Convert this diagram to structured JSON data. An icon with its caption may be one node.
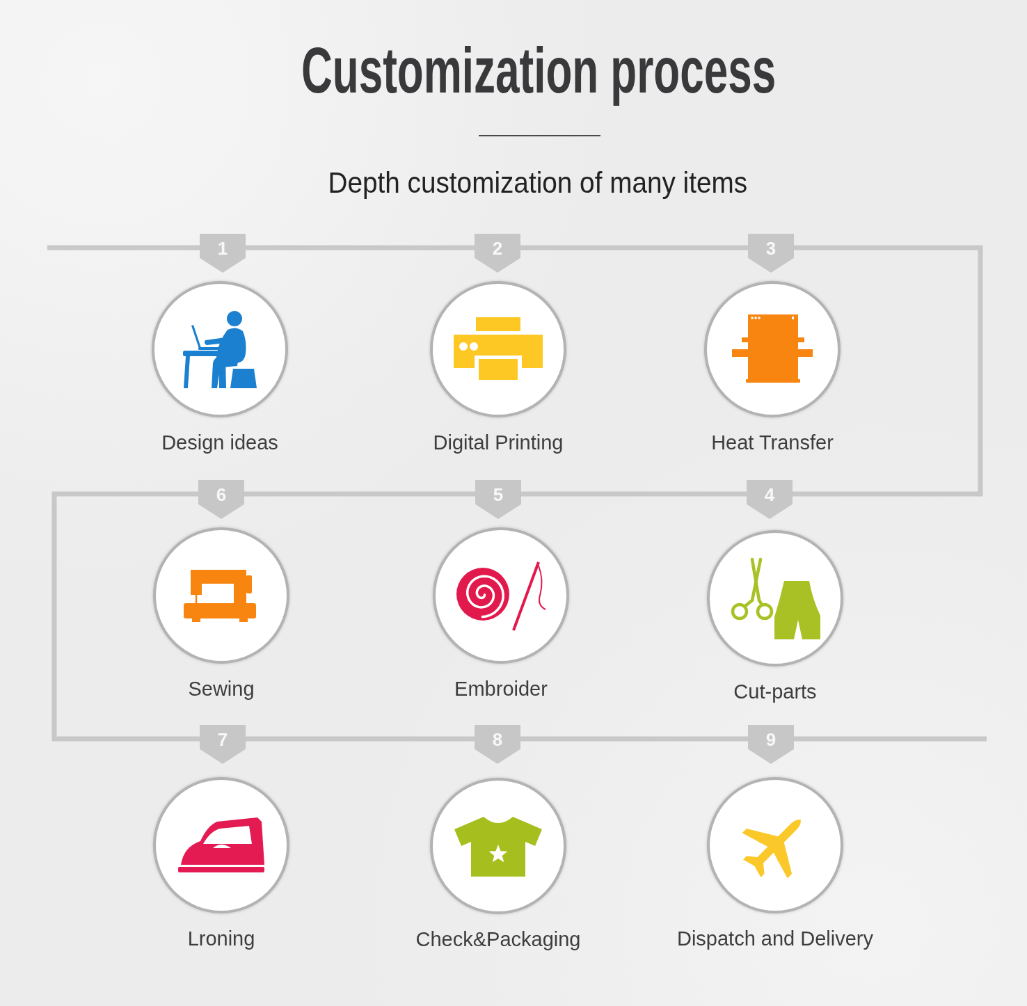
{
  "diagram": {
    "title": "Customization process",
    "nodes": [
      {
        "text": [
          "1"
        ]
      },
      {
        "text": [
          "Design ideas"
        ]
      },
      {
        "text": [
          "2"
        ]
      },
      {
        "text": [
          "Digital Printing"
        ]
      },
      {
        "text": [
          "3"
        ]
      },
      {
        "text": [
          "Heat Transfer"
        ]
      },
      {
        "text": [
          "4"
        ]
      },
      {
        "text": [
          "Cut-parts"
        ]
      },
      {
        "text": [
          "5"
        ]
      },
      {
        "text": [
          "Embroider"
        ]
      },
      {
        "text": [
          "6"
        ]
      },
      {
        "text": [
          "Sewing"
        ]
      },
      {
        "text": [
          "7"
        ]
      },
      {
        "text": [
          "Lroning"
        ]
      },
      {
        "text": [
          "8"
        ]
      },
      {
        "text": [
          "Check&Packaging"
        ]
      },
      {
        "text": [
          "9"
        ]
      },
      {
        "text": [
          "Dispatch and Delivery"
        ]
      }
    ],
    "edges": [
      {
        "from": null,
        "to": 0,
        "arrow": "none"
      },
      {
        "from": 0,
        "to": 2,
        "arrow": "none"
      },
      {
        "from": 2,
        "to": 4,
        "arrow": "none"
      },
      {
        "from": 4,
        "to": 6,
        "arrow": "none"
      },
      {
        "from": 6,
        "to": 8,
        "arrow": "none"
      },
      {
        "from": 8,
        "to": 10,
        "arrow": "none"
      },
      {
        "from": 10,
        "to": 12,
        "arrow": "none"
      },
      {
        "from": 12,
        "to": 14,
        "arrow": "none"
      },
      {
        "from": 14,
        "to": 16,
        "arrow": "none"
      },
      {
        "from": 16,
        "to": null,
        "arrow": "none"
      }
    ],
    "labels": [
      "Depth customization of many items"
    ]
  }
}
